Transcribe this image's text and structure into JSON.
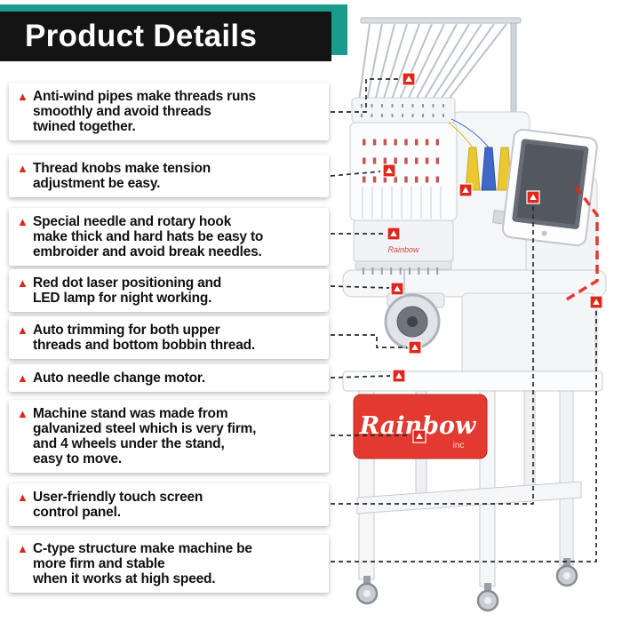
{
  "header": {
    "title": "Product Details"
  },
  "ui": {
    "bullet": "▲"
  },
  "features": [
    {
      "text": "Anti-wind pipes make threads runs\nsmoothly and avoid threads\ntwined together."
    },
    {
      "text": "Thread knobs make tension\nadjustment be easy."
    },
    {
      "text": "Special needle and rotary hook\nmake thick and hard hats be easy to\nembroider and avoid break needles."
    },
    {
      "text": "Red dot laser positioning and\nLED lamp for night working."
    },
    {
      "text": "Auto trimming for both upper\nthreads and bottom bobbin thread."
    },
    {
      "text": "Auto needle change motor."
    },
    {
      "text": "Machine stand was made from\ngalvanized steel which is very firm,\nand 4 wheels under the stand,\neasy to move."
    },
    {
      "text": "User-friendly touch screen\ncontrol panel."
    },
    {
      "text": "C-type structure make machine be\nmore firm and stable\nwhen it works at high speed."
    }
  ],
  "machine": {
    "logo": "Rainbow",
    "logo_sub": "inc",
    "head_label": "Rainbow"
  },
  "colors": {
    "accent_teal": "#1a9c8c",
    "banner_black": "#141414",
    "bullet_red": "#e0271c",
    "marker_red": "#e0271c",
    "panel_red": "#e23a30",
    "thread_yellow": "#e9c832",
    "thread_blue": "#4068c8"
  }
}
